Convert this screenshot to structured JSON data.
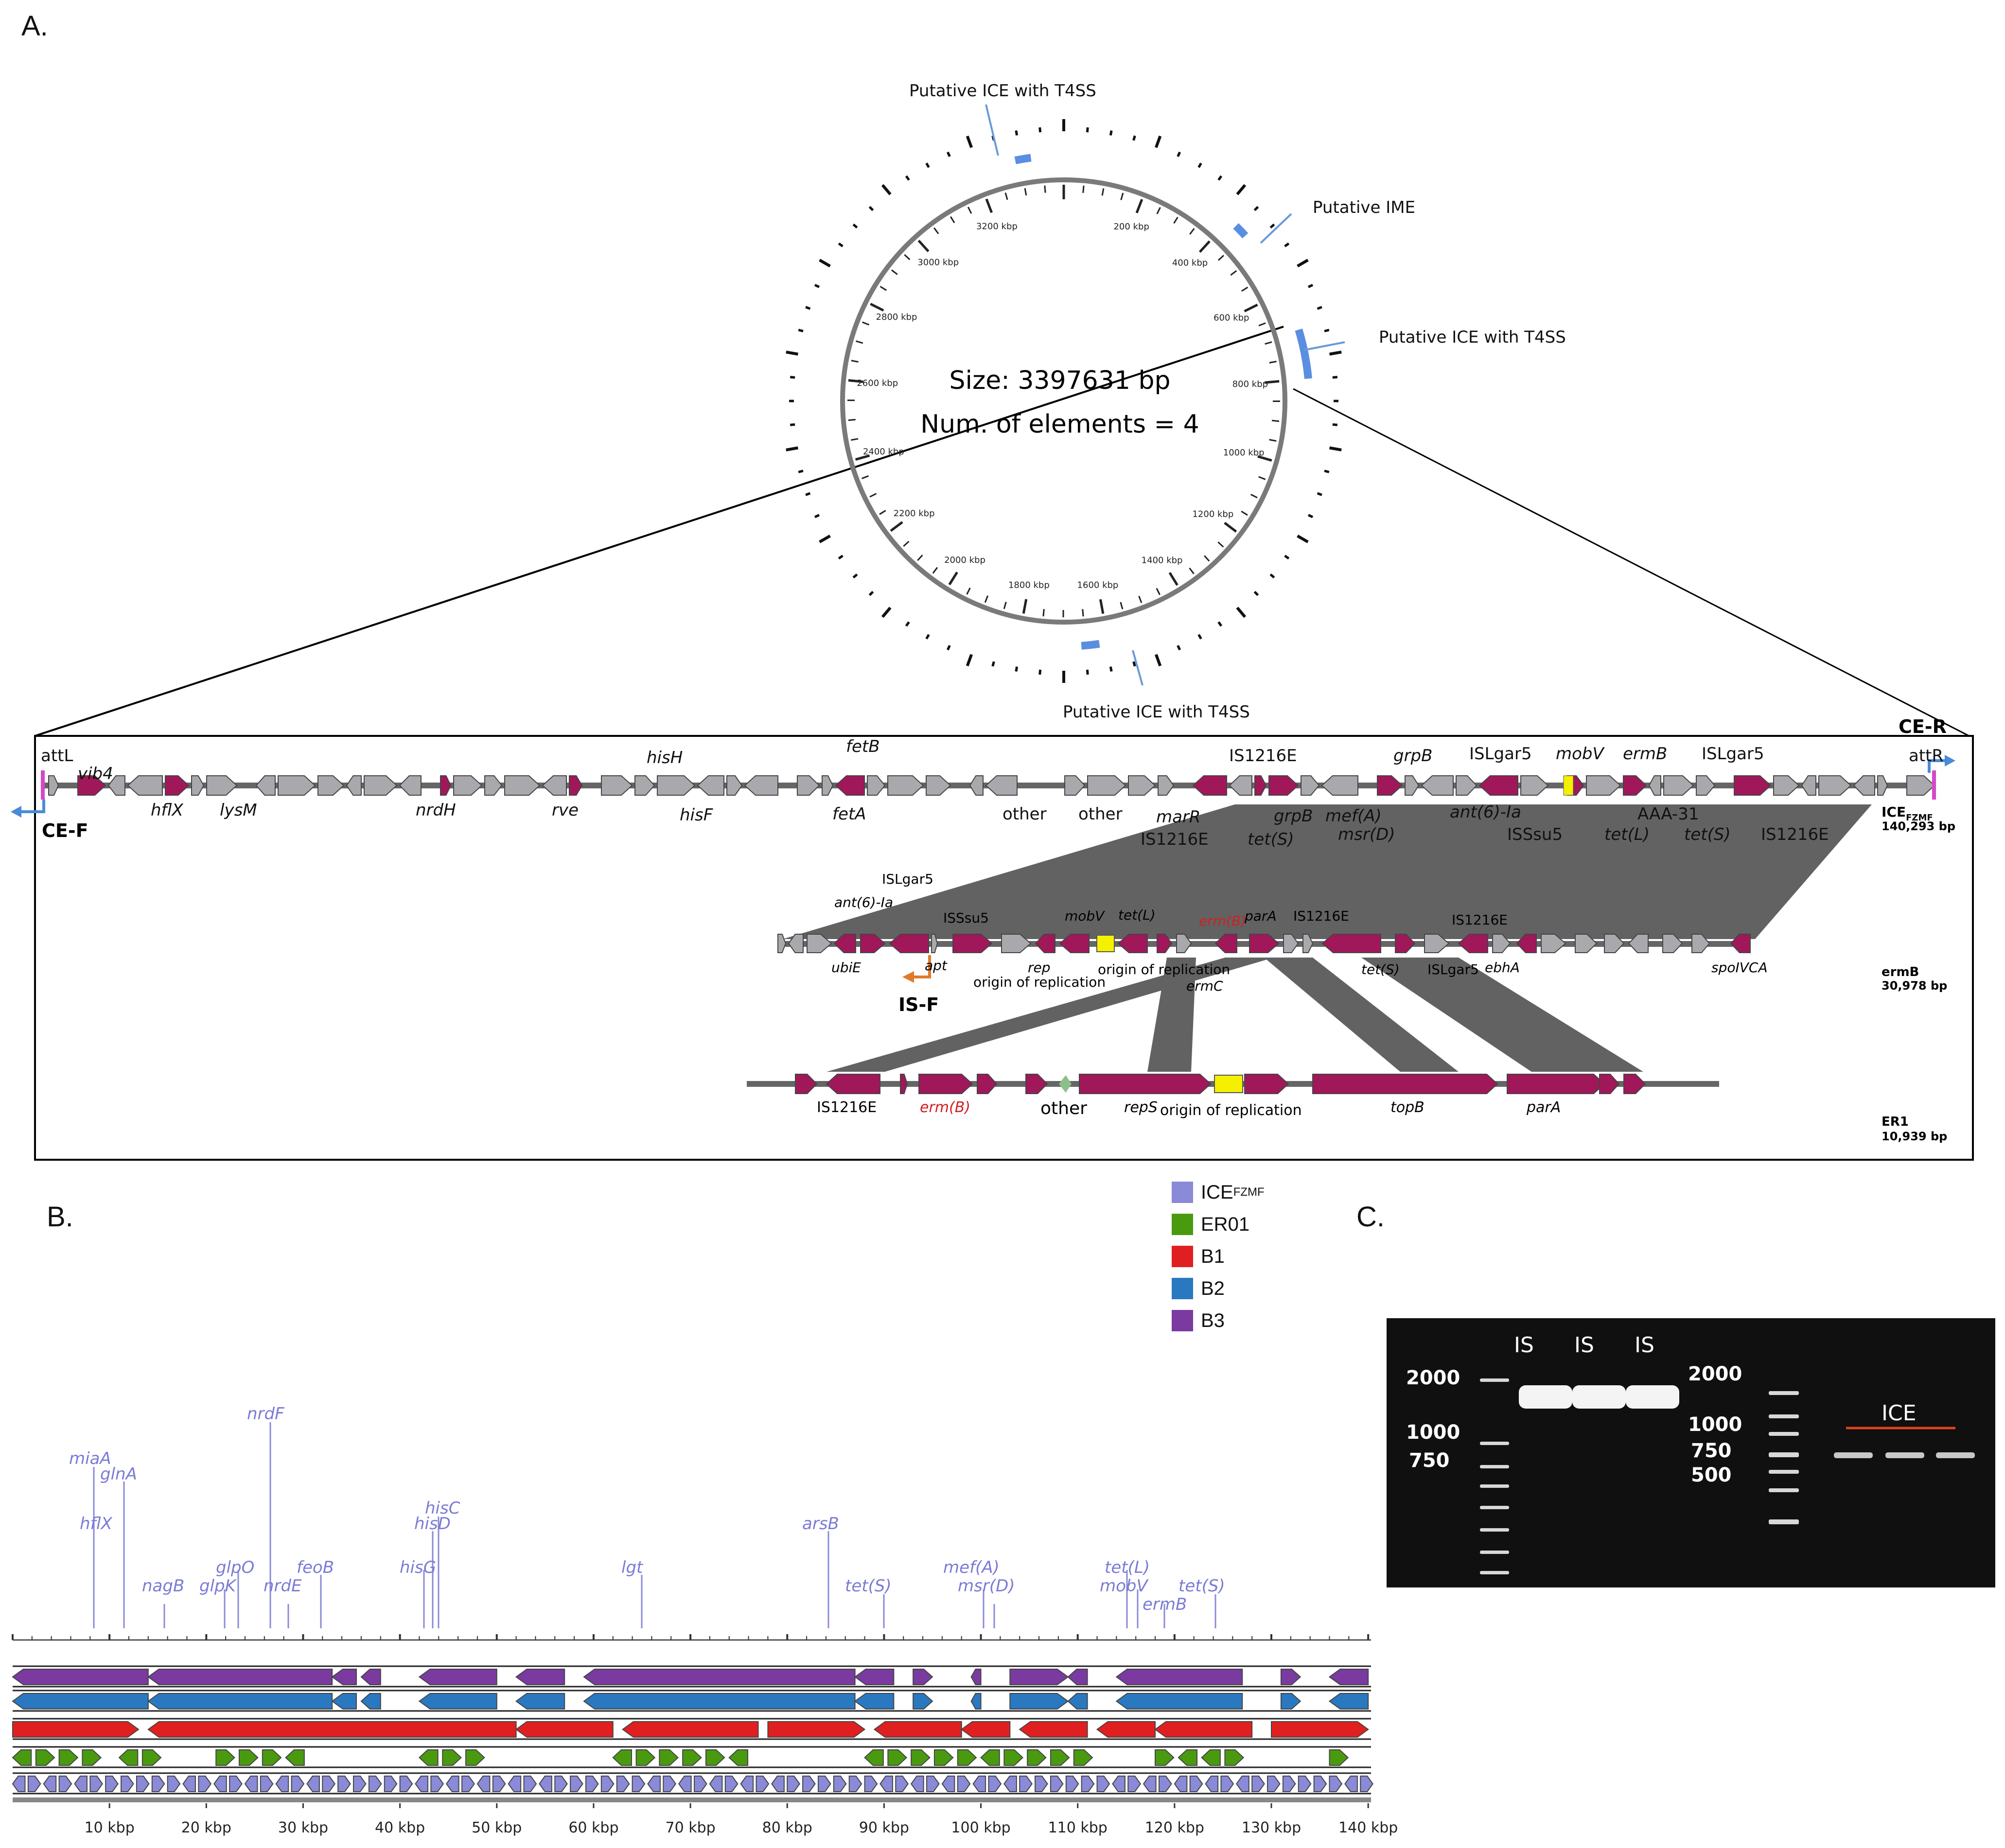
{
  "panels": {
    "a": "A.",
    "b": "B.",
    "c": "C."
  },
  "circle": {
    "size_text": "Size: 3397631 bp",
    "elements_text": "Num. of elements = 4",
    "tick_labels": [
      "200 kbp",
      "400 kbp",
      "600 kbp",
      "800 kbp",
      "1000 kbp",
      "1200 kbp",
      "1400 kbp",
      "1600 kbp",
      "1800 kbp",
      "2000 kbp",
      "2200 kbp",
      "2400 kbp",
      "2600 kbp",
      "2800 kbp",
      "3000 kbp",
      "3200 kbp"
    ],
    "callouts": [
      "Putative ICE with T4SS",
      "Putative IME",
      "Putative ICE with T4SS",
      "Putative ICE with T4SS"
    ]
  },
  "track_ice": {
    "name": "ICE",
    "name_sub": "FZMF",
    "length": "140,293 bp",
    "left_att": "attL",
    "right_att": "attR",
    "left_primer": "CE-F",
    "right_primer": "CE-R",
    "above": [
      "vib4",
      "hflX",
      "lysM",
      "nrdH",
      "rve",
      "hisH",
      "hisF",
      "fetB",
      "fetA",
      "IS1216E",
      "grpB",
      "ISLgar5",
      "mobV",
      "ermB",
      "ISLgar5"
    ],
    "below": [
      "other",
      "other",
      "marR",
      "IS1216E",
      "grpB",
      "tet(S)",
      "mef(A)",
      "msr(D)",
      "ant(6)-Ia",
      "ISSsu5",
      "AAA-31",
      "tet(L)",
      "tet(S)",
      "IS1216E"
    ]
  },
  "track_ermb": {
    "name": "ermB",
    "length": "30,978 bp",
    "primer": "IS-F",
    "labels": [
      "ISLgar5",
      "ant(6)-Ia",
      "ISSsu5",
      "mobV",
      "tet(L)",
      "erm(B)",
      "parA",
      "IS1216E",
      "IS1216E",
      "ubiE",
      "apt",
      "rep",
      "origin of replication",
      "origin of replication",
      "ermC",
      "tet(S)",
      "ISLgar5",
      "ebhA",
      "spoIVCA"
    ]
  },
  "track_er1": {
    "name": "ER1",
    "length": "10,939 bp",
    "labels": [
      "IS1216E",
      "erm(B)",
      "other",
      "repS",
      "origin of replication",
      "topB",
      "parA"
    ]
  },
  "legend": [
    {
      "name": "ICE",
      "sub": "FZMF",
      "color": "#8a8ad8"
    },
    {
      "name": "ER01",
      "sub": "",
      "color": "#4a9a10"
    },
    {
      "name": "B1",
      "sub": "",
      "color": "#e02020"
    },
    {
      "name": "B2",
      "sub": "",
      "color": "#2a78c0"
    },
    {
      "name": "B3",
      "sub": "",
      "color": "#7a3aa0"
    }
  ],
  "genes_b": [
    "miaA",
    "glnA",
    "hflX",
    "nagB",
    "glpK",
    "glpO",
    "nrdE",
    "nrdF",
    "feoB",
    "hisC",
    "hisD",
    "hisG",
    "lgt",
    "arsB",
    "tet(S)",
    "mef(A)",
    "msr(D)",
    "tet(L)",
    "mobV",
    "ermB",
    "tet(S)"
  ],
  "axis_b": {
    "unit": "kbp",
    "ticks": [
      10,
      20,
      30,
      40,
      50,
      60,
      70,
      80,
      90,
      100,
      110,
      120,
      130,
      140
    ]
  },
  "gel": {
    "left_markers": [
      "2000",
      "1000",
      "750"
    ],
    "right_markers": [
      "2000",
      "1000",
      "750",
      "500"
    ],
    "is_labels": [
      "IS",
      "IS",
      "IS"
    ],
    "ice_label": "ICE"
  }
}
